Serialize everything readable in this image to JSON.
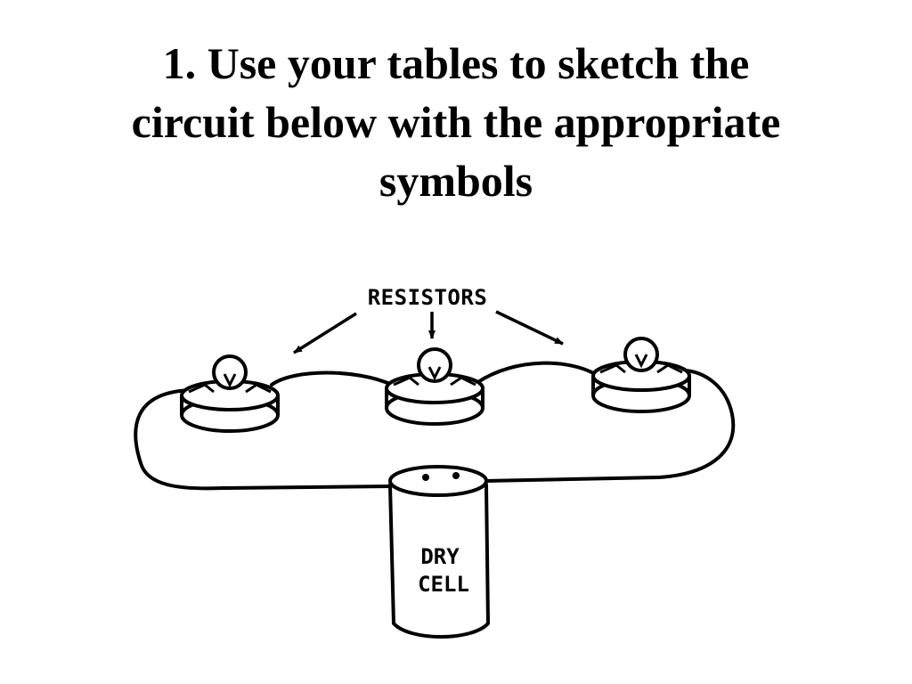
{
  "title": {
    "lines": [
      "1. Use your tables to sketch the",
      "circuit below with the appropriate",
      "symbols"
    ]
  },
  "diagram": {
    "label_resistors": "RESISTORS",
    "battery_label": [
      "DRY",
      "CELL"
    ],
    "colors": {
      "ink": "#000000",
      "paper": "#ffffff"
    }
  }
}
